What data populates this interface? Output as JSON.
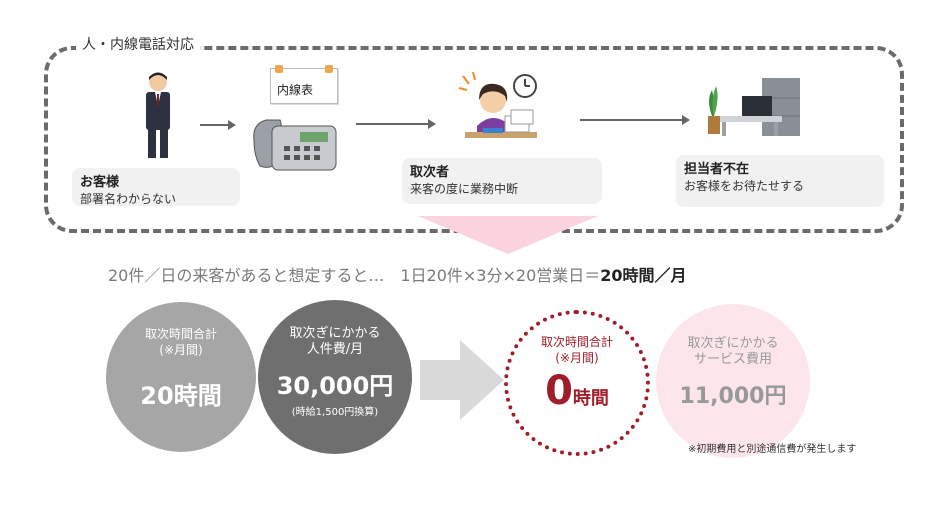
{
  "frame": {
    "title": "人・内線電話対応"
  },
  "steps": {
    "customer": {
      "title": "お客様",
      "subtitle": "部署名わからない"
    },
    "phone": {
      "sign": "内線表"
    },
    "receiver": {
      "title": "取次者",
      "subtitle": "来客の度に業務中断"
    },
    "absent": {
      "title": "担当者不在",
      "subtitle": "お客様をお待たせする"
    }
  },
  "summary": {
    "prefix": "20件／日の来客があると想定すると…　1日20件×3分×20営業日＝",
    "result": "20時間／月"
  },
  "before": {
    "time": {
      "label1": "取次時間合計",
      "label2": "(※月間)",
      "value": "20時間"
    },
    "cost": {
      "label1": "取次ぎにかかる",
      "label2": "人件費/月",
      "value": "30,000円",
      "note": "(時給1,500円換算)"
    }
  },
  "after": {
    "time": {
      "label1": "取次時間合計",
      "label2": "(※月間)",
      "value_num": "0",
      "value_unit": "時間"
    },
    "cost": {
      "label1": "取次ぎにかかる",
      "label2": "サービス費用",
      "value": "11,000円"
    }
  },
  "footnote": "※初期費用と別途通信費が発生します",
  "colors": {
    "accent_red": "#a01e2a",
    "pink": "#fbd3df",
    "gray_light": "#a6a6a6",
    "gray_dark": "#6f6f6f"
  }
}
